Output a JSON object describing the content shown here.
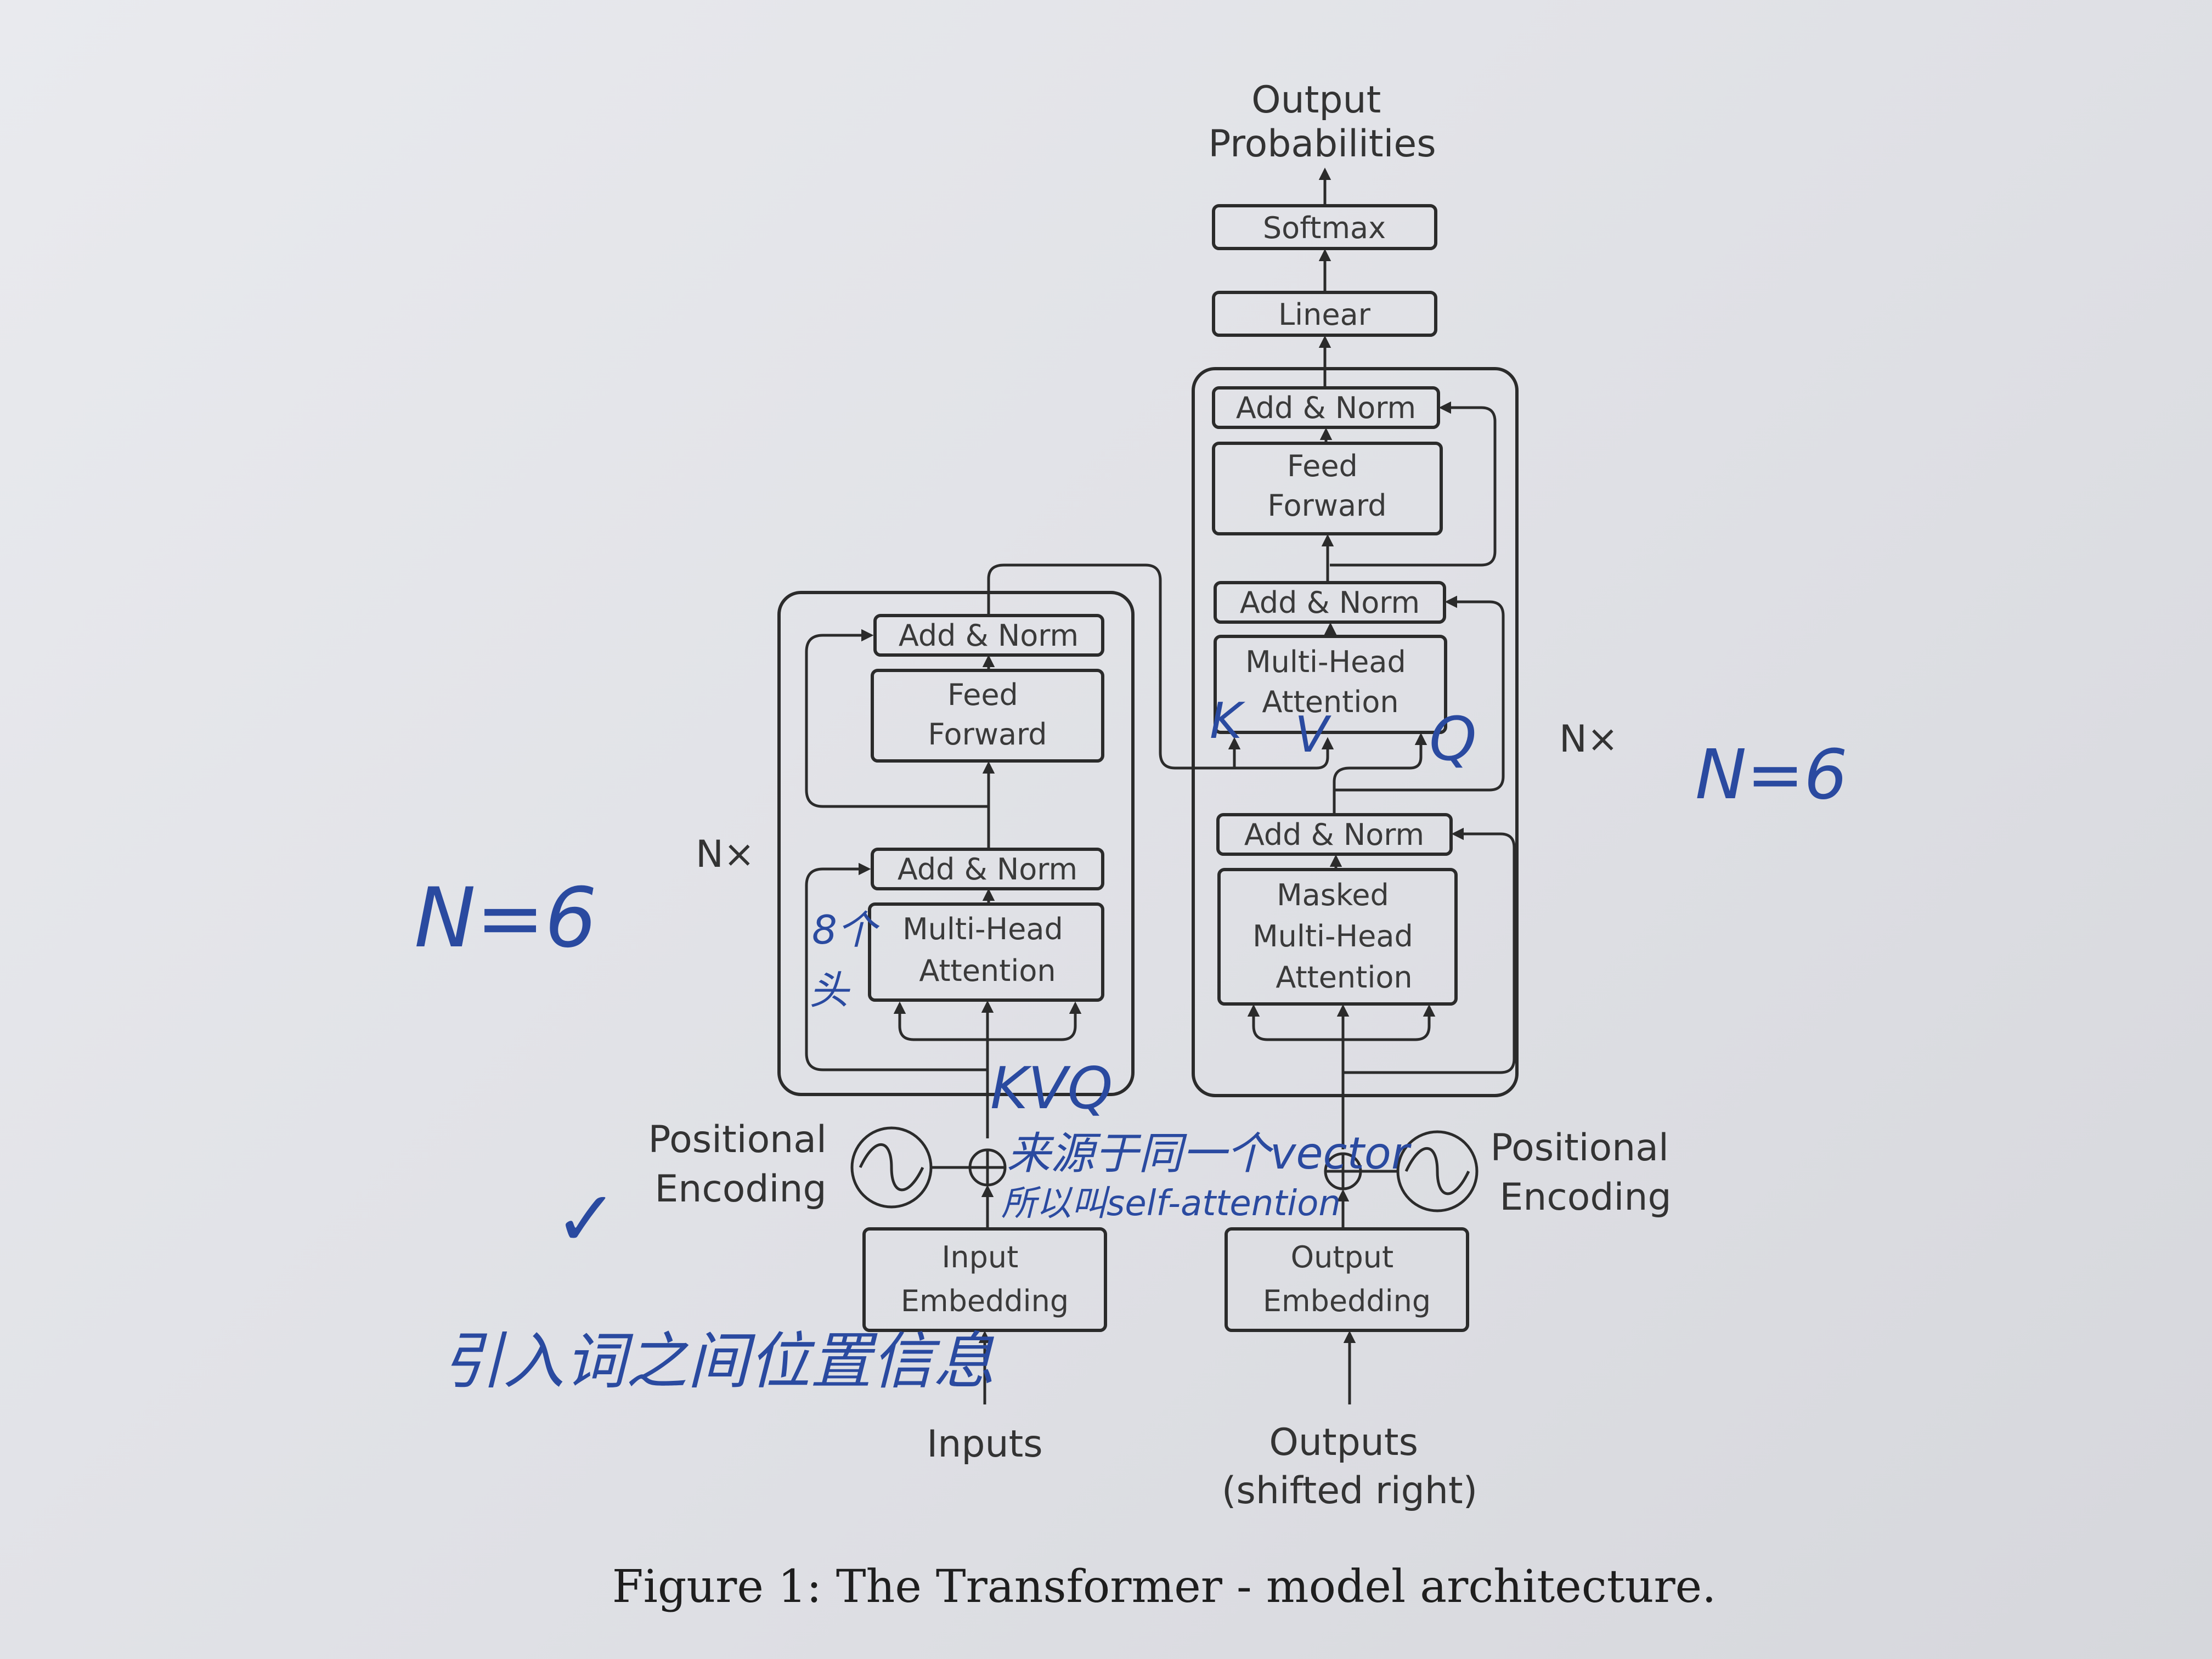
{
  "decoder": {
    "output_probabilities": [
      "Output",
      "Probabilities"
    ],
    "softmax": "Softmax",
    "linear": "Linear",
    "add_norm_top": "Add & Norm",
    "feed_forward": [
      "Feed",
      "Forward"
    ],
    "add_norm_mid": "Add & Norm",
    "multi_head_attention": [
      "Multi-Head",
      "Attention"
    ],
    "add_norm_bottom": "Add & Norm",
    "masked_attention": [
      "Masked",
      "Multi-Head",
      "Attention"
    ],
    "nx": "N×",
    "positional_encoding": [
      "Positional",
      "Encoding"
    ],
    "output_embedding": [
      "Output",
      "Embedding"
    ],
    "outputs": [
      "Outputs",
      "(shifted right)"
    ]
  },
  "encoder": {
    "add_norm_top": "Add & Norm",
    "feed_forward": [
      "Feed",
      "Forward"
    ],
    "add_norm_bottom": "Add & Norm",
    "multi_head_attention": [
      "Multi-Head",
      "Attention"
    ],
    "nx": "N×",
    "positional_encoding": [
      "Positional",
      "Encoding"
    ],
    "input_embedding": [
      "Input",
      "Embedding"
    ],
    "inputs": "Inputs"
  },
  "caption": "Figure 1: The Transformer - model architecture.",
  "handwritten_notes": {
    "left_n": "N=6",
    "right_n": "N=6",
    "heads": [
      "8个",
      "头"
    ],
    "kvq": "KVQ",
    "same_vector": "来源于同一个vector",
    "self_attention": "所以叫self-attention",
    "positional_info": "引入词之间位置信息",
    "k": "K",
    "v": "V",
    "q": "Q",
    "check": "✓"
  }
}
